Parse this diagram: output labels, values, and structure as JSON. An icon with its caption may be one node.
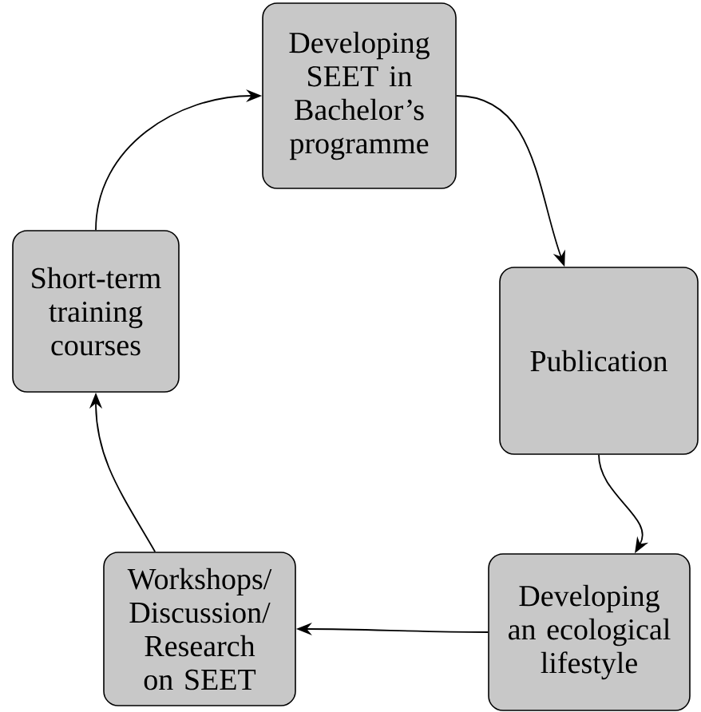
{
  "diagram": {
    "nodes": [
      {
        "text": [
          "Developing SEET in Bachelor’s programme"
        ]
      },
      {
        "text": [
          "Publication"
        ]
      },
      {
        "text": [
          "Developing an ecological lifestyle"
        ]
      },
      {
        "text": [
          "Workshops/ Discussion/ Research on SEET"
        ]
      },
      {
        "text": [
          "Short-term training courses"
        ]
      }
    ],
    "edges": [
      {
        "from": 0,
        "to": 1,
        "arrow": "to"
      },
      {
        "from": 1,
        "to": 2,
        "arrow": "to"
      },
      {
        "from": 2,
        "to": 3,
        "arrow": "to"
      },
      {
        "from": 3,
        "to": 4,
        "arrow": "to"
      },
      {
        "from": 4,
        "to": 0,
        "arrow": "to"
      }
    ]
  }
}
